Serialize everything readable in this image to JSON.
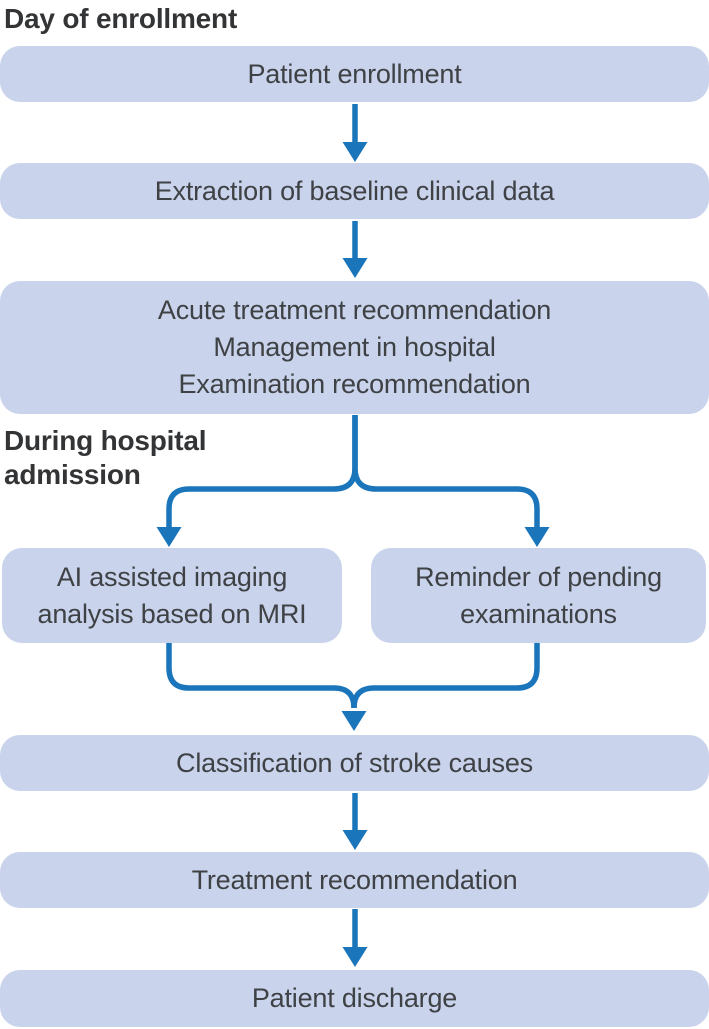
{
  "figure": {
    "type": "flowchart",
    "description_visible_only": "Clinical workflow flowchart with two phases"
  },
  "palette": {
    "box_fill": "#c9d3ec",
    "arrow_blue": "#1b75bb",
    "box_text": "#3f4245",
    "heading_text": "#333436",
    "background": "#ffffff"
  },
  "headings": {
    "day_of_enrollment": "Day of enrollment",
    "during_hospital_line1": "During hospital",
    "during_hospital_line2": "admission"
  },
  "nodes": {
    "patient_enrollment": {
      "lines": [
        "Patient enrollment"
      ]
    },
    "baseline_extraction": {
      "lines": [
        "Extraction of baseline clinical data"
      ]
    },
    "acute_bundle": {
      "lines": [
        "Acute treatment recommendation",
        "Management in hospital",
        "Examination recommendation"
      ]
    },
    "ai_imaging": {
      "lines": [
        "AI assisted imaging",
        "analysis based on MRI"
      ]
    },
    "reminder": {
      "lines": [
        "Reminder of pending",
        "examinations"
      ]
    },
    "classification": {
      "lines": [
        "Classification of stroke causes"
      ]
    },
    "treatment": {
      "lines": [
        "Treatment recommendation"
      ]
    },
    "discharge": {
      "lines": [
        "Patient discharge"
      ]
    }
  }
}
